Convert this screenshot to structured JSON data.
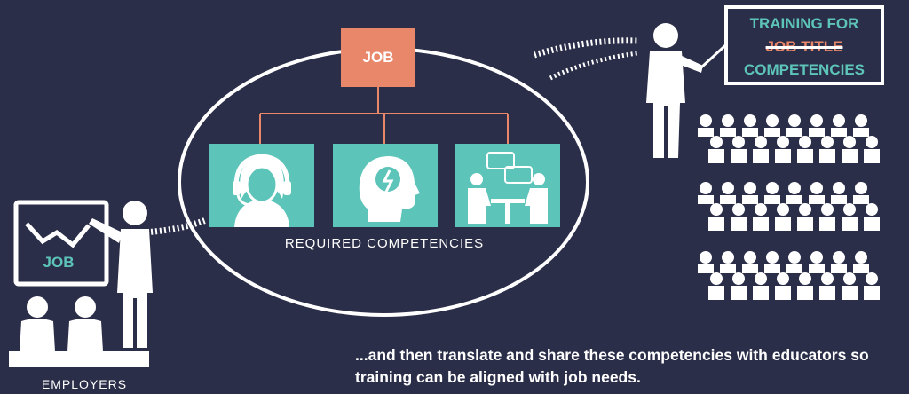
{
  "center": {
    "job_label": "JOB",
    "competencies_label": "REQUIRED COMPETENCIES",
    "tiles": [
      {
        "icon": "customer-service-headset-icon"
      },
      {
        "icon": "head-brainstorm-icon"
      },
      {
        "icon": "team-meeting-icon"
      }
    ]
  },
  "employers": {
    "label": "EMPLOYERS",
    "board_label": "JOB"
  },
  "trainer_sign": {
    "line1": "TRAINING FOR",
    "line2_struck": "JOB TITLE",
    "line3": "COMPETENCIES"
  },
  "caption": "...and then translate and share these competencies with educators so training can be aligned with job needs.",
  "colors": {
    "background": "#2b2e48",
    "teal": "#5cc4b8",
    "coral": "#e8876a",
    "white": "#ffffff"
  }
}
